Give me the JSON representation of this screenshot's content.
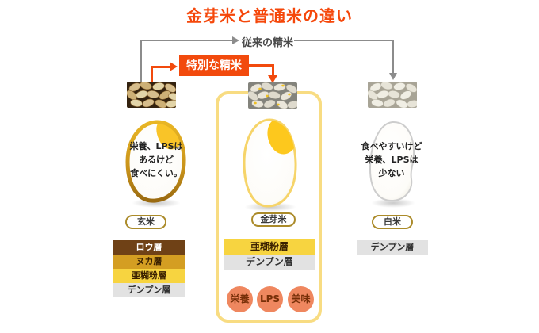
{
  "title": {
    "text": "金芽米と普通米の違い",
    "color": "#f5470a"
  },
  "process": {
    "conventional_label": "従来の精米",
    "special_label": "特別な精米",
    "special_box_color": "#f24a0d",
    "line_gray": "#8c8c8c"
  },
  "columns": [
    {
      "name": "玄米",
      "grain_note": "栄養、LPSは\nあるけど\n食べにくい。",
      "layers": [
        {
          "label": "ロウ層",
          "bg": "#6f4116",
          "fg": "#ffffff"
        },
        {
          "label": "ヌカ層",
          "bg": "#d49e22",
          "fg": "#3a2000"
        },
        {
          "label": "亜糊粉層",
          "bg": "#f7d440",
          "fg": "#3a2000"
        },
        {
          "label": "デンプン層",
          "bg": "#e2e2e2",
          "fg": "#333333"
        }
      ]
    },
    {
      "name": "金芽米",
      "box_border_color": "#f8dc82",
      "layers": [
        {
          "label": "亜糊粉層",
          "bg": "#f7d440",
          "fg": "#3a2000"
        },
        {
          "label": "デンプン層",
          "bg": "#e2e2e2",
          "fg": "#333333"
        }
      ],
      "badge_color": "#ef875f",
      "badges": [
        "栄養",
        "LPS",
        "美味"
      ]
    },
    {
      "name": "白米",
      "grain_note": "食べやすいけど\n栄養、LPSは\n少ない",
      "layers": [
        {
          "label": "デンプン層",
          "bg": "#e2e2e2",
          "fg": "#333333"
        }
      ]
    }
  ]
}
